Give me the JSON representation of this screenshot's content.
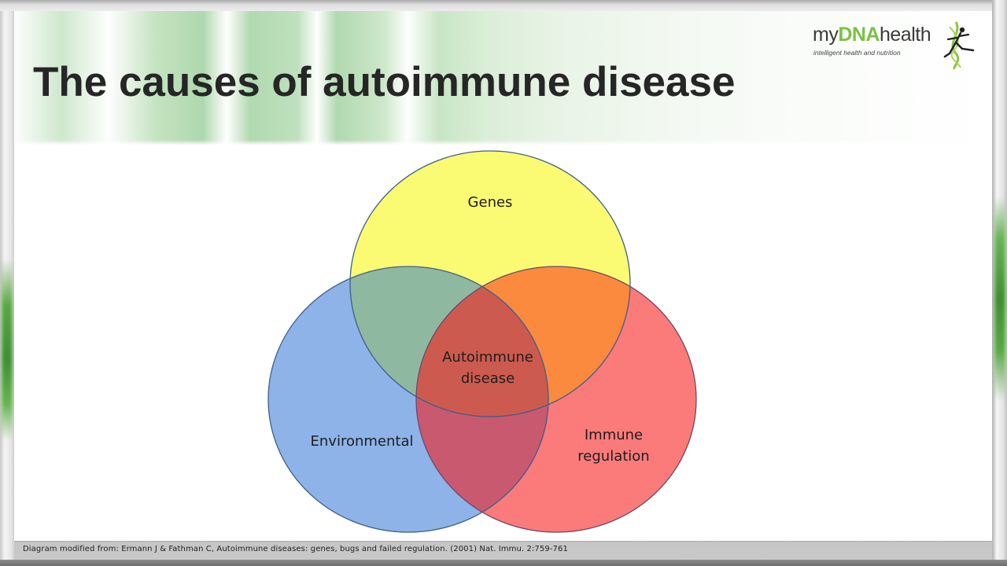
{
  "slide": {
    "title": "The causes of autoimmune disease",
    "logo": {
      "prefix": "my",
      "highlight": "DNA",
      "suffix": "health",
      "tagline": "intelligent health and nutrition",
      "icon": "running-figure-dna-icon"
    },
    "footer": {
      "citation": "Diagram modified from: Ermann J & Fathman C, Autoimmune diseases: genes, bugs and failed regulation. (2001) Nat. Immu. 2:759-761"
    }
  },
  "diagram": {
    "type": "venn",
    "sets": [
      {
        "id": "genes",
        "label": "Genes",
        "color": "#fafa73"
      },
      {
        "id": "environmental",
        "label": "Environmental",
        "color": "#8db3e8"
      },
      {
        "id": "immune",
        "label": [
          "Immune",
          "regulation"
        ],
        "color": "#fb7a7a"
      }
    ],
    "intersections": {
      "genes_environmental": "#8fb8a0",
      "genes_immune": "#fb8a3e",
      "environmental_immune": "#c9596f",
      "all": {
        "label": [
          "Autoimmune",
          "disease"
        ],
        "color": "#cd5a4e"
      }
    },
    "stroke_color": "#3f5f8a"
  },
  "labels": {
    "genes": "Genes",
    "environmental": "Environmental",
    "immune_line1": "Immune",
    "immune_line2": "regulation",
    "center_line1": "Autoimmune",
    "center_line2": "disease"
  }
}
